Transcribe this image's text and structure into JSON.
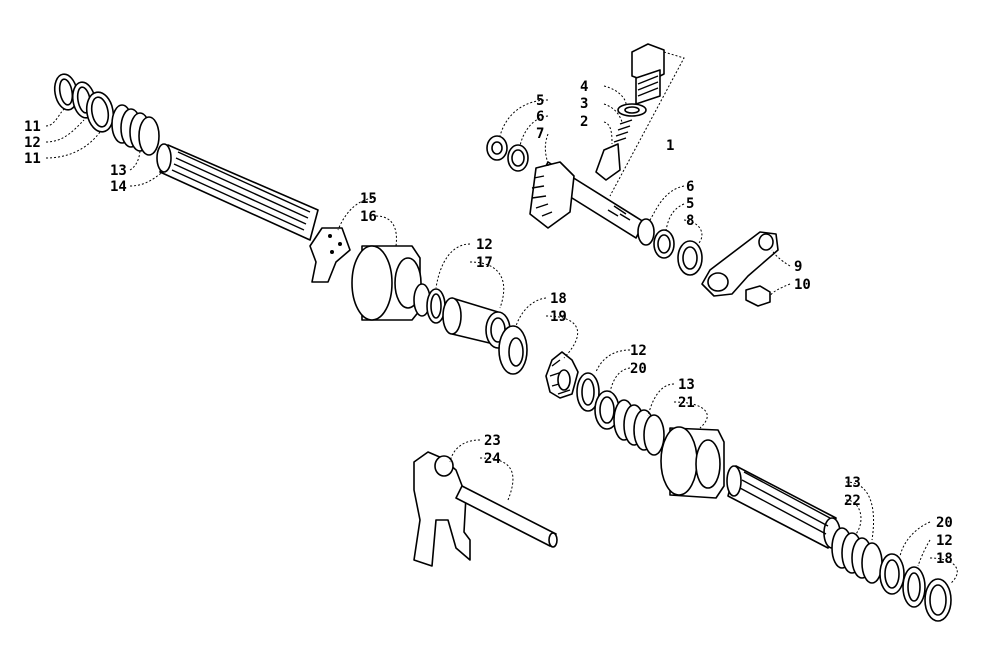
{
  "diagram": {
    "labels": {
      "n1": "1",
      "n2": "2",
      "n3": "3",
      "n4": "4",
      "n5a": "5",
      "n6a": "6",
      "n7": "7",
      "n6b": "6",
      "n5b": "5",
      "n8": "8",
      "n9": "9",
      "n10": "10",
      "n11a": "11",
      "n12a": "12",
      "n11b": "11",
      "n13a": "13",
      "n14": "14",
      "n15": "15",
      "n16": "16",
      "n12b": "12",
      "n17": "17",
      "n18a": "18",
      "n19": "19",
      "n12c": "12",
      "n20a": "20",
      "n13b": "13",
      "n21": "21",
      "n23": "23",
      "n24": "24",
      "n13c": "13",
      "n22": "22",
      "n20b": "20",
      "n12d": "12",
      "n18b": "18"
    }
  }
}
